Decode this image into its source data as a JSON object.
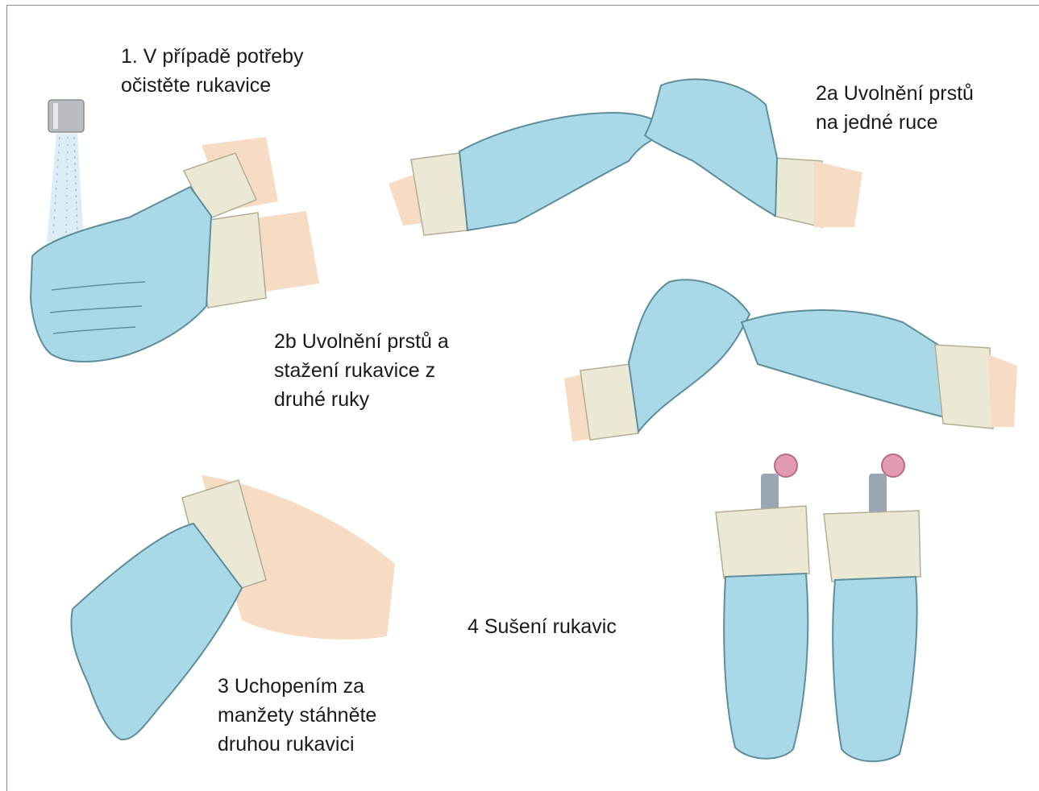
{
  "steps": [
    {
      "id": "1",
      "text": "1. V případě potřeby\nočistěte rukavice"
    },
    {
      "id": "2a",
      "text": "2a Uvolnění prstů\nna jedné ruce"
    },
    {
      "id": "2b",
      "text": "2b Uvolnění prstů a\nstažení rukavice z\ndruhé ruky"
    },
    {
      "id": "3",
      "text": "3 Uchopením za\nmanžety stáhněte\ndruhou rukavici"
    },
    {
      "id": "4",
      "text": "4 Sušení rukavic"
    }
  ],
  "colors": {
    "glove": "#a9d9e6",
    "glove_outline": "#5f8e9b",
    "cuff": "#ece8d6",
    "skin": "#f6dcc5",
    "water": "#cfe6f2",
    "faucet": "#b9bcc0",
    "clip": "#e39ab0"
  }
}
